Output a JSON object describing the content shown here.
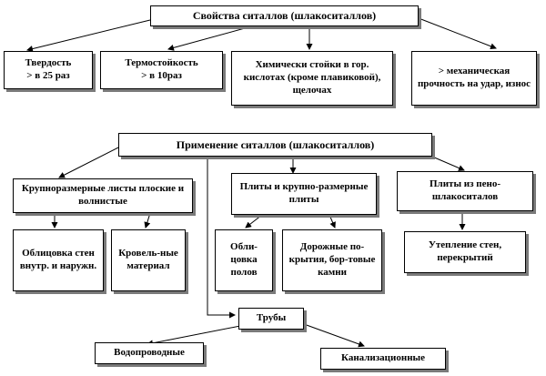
{
  "properties": {
    "title": "Свойства ситаллов (шлакоситаллов)",
    "items": [
      "Твердость\n> в 25 раз",
      "Термостойкость\n> в 10раз",
      "Химически стойки в гор. кислотах (кроме плавиковой), щелочах",
      "> механическая прочность на удар, износ"
    ]
  },
  "application": {
    "title": "Применение ситаллов (шлакоситаллов)",
    "groups": [
      {
        "label": "Крупноразмерные листы плоские и волнистые",
        "children": [
          "Облицовка стен внутр. и наружн.",
          "Кровель-ные материал"
        ]
      },
      {
        "label": "Плиты и крупно-размерные плиты",
        "children": [
          "Обли-цовка полов",
          "Дорожные по-крытия, бор-товые камни"
        ]
      },
      {
        "label": "Плиты из пено-шлакоситалов",
        "children": [
          "Утепление стен, перекрытий"
        ]
      }
    ],
    "pipes": {
      "label": "Трубы",
      "children": [
        "Водопроводные",
        "Канализационные"
      ]
    }
  }
}
